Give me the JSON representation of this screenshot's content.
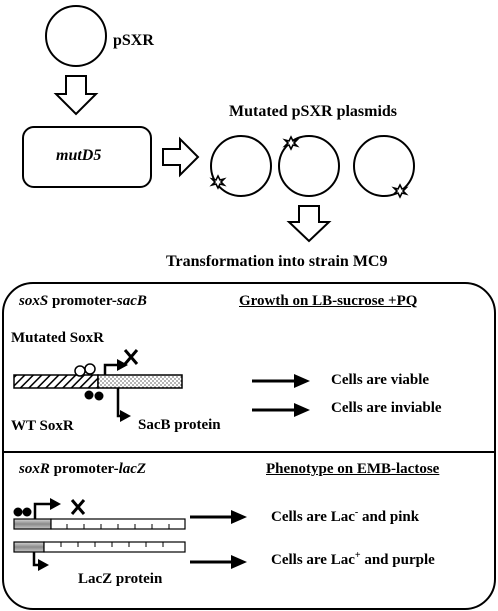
{
  "top": {
    "plasmid_label": "pSXR",
    "strain_label": "mutD5",
    "mutated_plasmids_label": "Mutated pSXR plasmids",
    "transformation_label": "Transformation into strain MC9"
  },
  "panel_sacb": {
    "construct_prefix": "soxS",
    "construct_middle": " promoter-",
    "construct_suffix": "sacB",
    "assay_title": "Growth on LB-sucrose +PQ",
    "mutated_label": "Mutated SoxR",
    "wt_label": "WT SoxR",
    "protein_label": "SacB protein",
    "outcome_1": "Cells are viable",
    "outcome_2": "Cells are inviable"
  },
  "panel_lacz": {
    "construct_prefix": "soxR",
    "construct_middle": " promoter-",
    "construct_suffix": "lacZ",
    "assay_title": "Phenotype on EMB-lactose",
    "outcome_1_a": "Cells are Lac",
    "outcome_1_sup": "-",
    "outcome_1_b": " and pink",
    "outcome_2_a": "Cells are Lac",
    "outcome_2_sup": "+",
    "outcome_2_b": " and purple",
    "protein_label": "LacZ protein"
  }
}
